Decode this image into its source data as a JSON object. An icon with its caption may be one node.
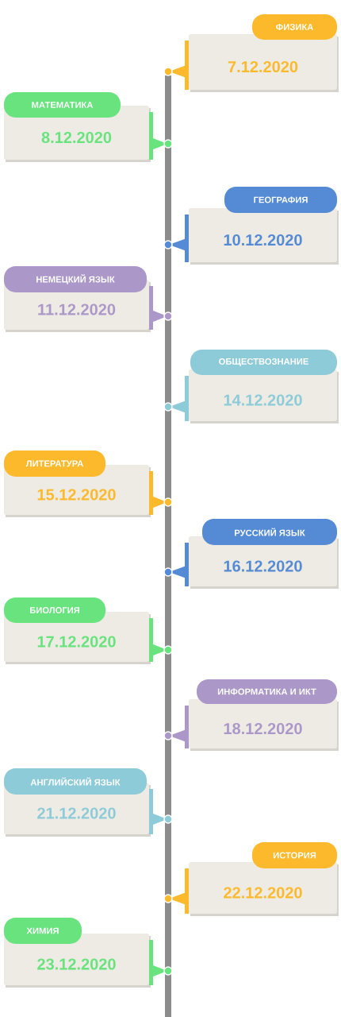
{
  "diagram": {
    "nodes": [
      {
        "text": [
          "ФИЗИКА",
          "7.12.2020"
        ]
      },
      {
        "text": [
          "МАТЕМАТИКА",
          "8.12.2020"
        ]
      },
      {
        "text": [
          "ГЕОГРАФИЯ",
          "10.12.2020"
        ]
      },
      {
        "text": [
          "НЕМЕЦКИЙ ЯЗЫК",
          "11.12.2020"
        ]
      },
      {
        "text": [
          "ОБЩЕСТВОЗНАНИЕ",
          "14.12.2020"
        ]
      },
      {
        "text": [
          "ЛИТЕРАТУРА",
          "15.12.2020"
        ]
      },
      {
        "text": [
          "РУССКИЙ ЯЗЫК",
          "16.12.2020"
        ]
      },
      {
        "text": [
          "БИОЛОГИЯ",
          "17.12.2020"
        ]
      },
      {
        "text": [
          "ИНФОРМАТИКА И ИКТ",
          "18.12.2020"
        ]
      },
      {
        "text": [
          "АНГЛИЙСКИЙ ЯЗЫК",
          "21.12.2020"
        ]
      },
      {
        "text": [
          "ИСТОРИЯ",
          "22.12.2020"
        ]
      },
      {
        "text": [
          "ХИМИЯ",
          "23.12.2020"
        ]
      }
    ]
  }
}
